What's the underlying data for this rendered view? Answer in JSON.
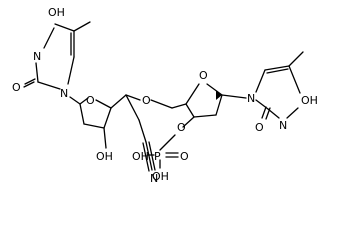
{
  "labels": {
    "oh_top_left": "OH",
    "n_left_ring": "N",
    "o_carbonyl_left": "O",
    "n_left_glyco": "N",
    "o_furanose_left": "O",
    "oh_sugar_left": "OH",
    "o_ether": "O",
    "n_nitrile": "N",
    "o_furanose_right": "O",
    "n_right_glyco": "N",
    "oh_right_base": "OH",
    "o_carbonyl_right": "O",
    "n_right_ring": "N",
    "o_phosphate_ester": "O",
    "oh_phosphate_1": "OH",
    "p_phosphorus": "P",
    "o_phosphate_oxo": "O",
    "oh_phosphate_2": "OH"
  }
}
